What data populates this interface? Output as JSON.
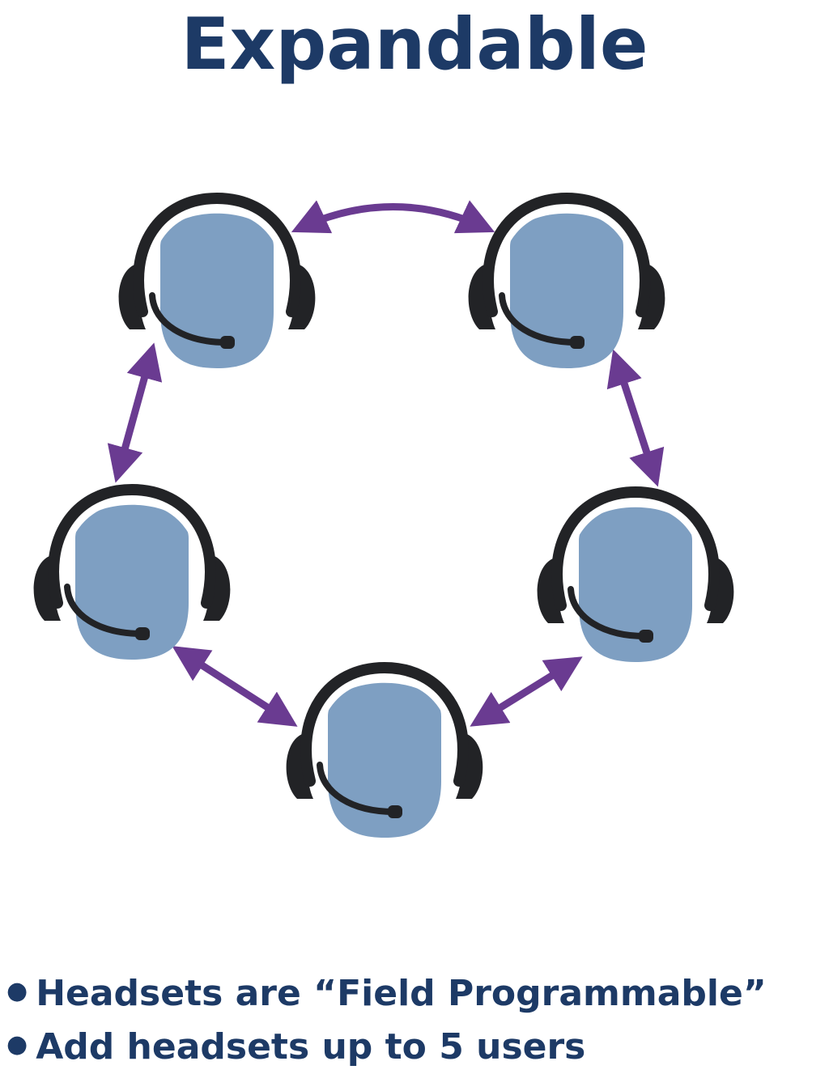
{
  "title": "Expandable",
  "bullets": [
    {
      "icon": "bullet-dot",
      "text": "Headsets are “Field Programmable”"
    },
    {
      "icon": "bullet-dot",
      "text": "Add headsets up to 5 users"
    }
  ],
  "diagram": {
    "headset_count": 5,
    "colors": {
      "title": "#1d3a66",
      "face": "#7e9fc2",
      "headset": "#222326",
      "arrow": "#6a3b91"
    },
    "nodes": [
      {
        "id": "top-left",
        "icon": "headset-user-icon"
      },
      {
        "id": "top-right",
        "icon": "headset-user-icon"
      },
      {
        "id": "middle-right",
        "icon": "headset-user-icon"
      },
      {
        "id": "bottom",
        "icon": "headset-user-icon"
      },
      {
        "id": "middle-left",
        "icon": "headset-user-icon"
      }
    ],
    "links": [
      {
        "from": "top-left",
        "to": "top-right",
        "icon": "double-arrow-icon"
      },
      {
        "from": "top-right",
        "to": "middle-right",
        "icon": "double-arrow-icon"
      },
      {
        "from": "middle-right",
        "to": "bottom",
        "icon": "double-arrow-icon"
      },
      {
        "from": "bottom",
        "to": "middle-left",
        "icon": "double-arrow-icon"
      },
      {
        "from": "middle-left",
        "to": "top-left",
        "icon": "double-arrow-icon"
      }
    ]
  }
}
